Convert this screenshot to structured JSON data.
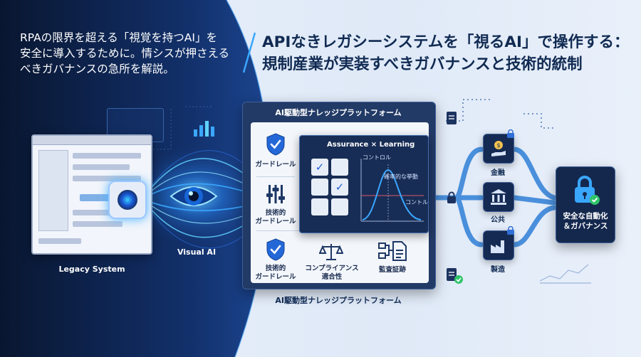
{
  "intro": {
    "line1": "RPAの限界を超える「視覚を持つAI」を",
    "line2": "安全に導入するために。情シスが押さえる",
    "line3": "べきガバナンスの急所を解説。"
  },
  "headline": {
    "line1": "APIなきレガシーシステムを「視るAI」で操作する：",
    "line2": "規制産業が実装すべきガバナンスと技術的統制"
  },
  "legacy": {
    "label": "Legacy System"
  },
  "visual_ai": {
    "label": "Visual AI"
  },
  "platform": {
    "title": "AI駆動型ナレッジプラットフォーム",
    "bottom_label": "AI駆動型ナレッジプラットフォーム",
    "guardrail": "ガードレール",
    "tech_guardrail_1": "技術的",
    "tech_guardrail_2": "ガードレール",
    "tech_guardrail_b1": "技術的",
    "tech_guardrail_b2": "ガードレール",
    "compliance_1": "コンプライアンス",
    "compliance_2": "適合性",
    "audit": "監査証跡"
  },
  "assurance": {
    "title": "Assurance × Learning",
    "control_top": "コントロル",
    "prob": "確率的な挙動",
    "control_right": "コントル"
  },
  "industries": {
    "finance": "金融",
    "public": "公共",
    "manufacturing": "製造"
  },
  "safe": {
    "line1": "安全な自動化",
    "line2": "＆ガバナンス"
  },
  "colors": {
    "dark_navy": "#0b1a3a",
    "accent_blue": "#3aa7ff",
    "check_green": "#2fc56a",
    "panel_navy": "#223a66"
  },
  "icons": [
    "shield-check-icon",
    "sliders-icon",
    "balance-scale-icon",
    "flow-doc-icon",
    "lock-icon",
    "money-hand-icon",
    "bank-icon",
    "factory-icon",
    "padlock-check-icon",
    "eye-icon",
    "camera-icon"
  ]
}
